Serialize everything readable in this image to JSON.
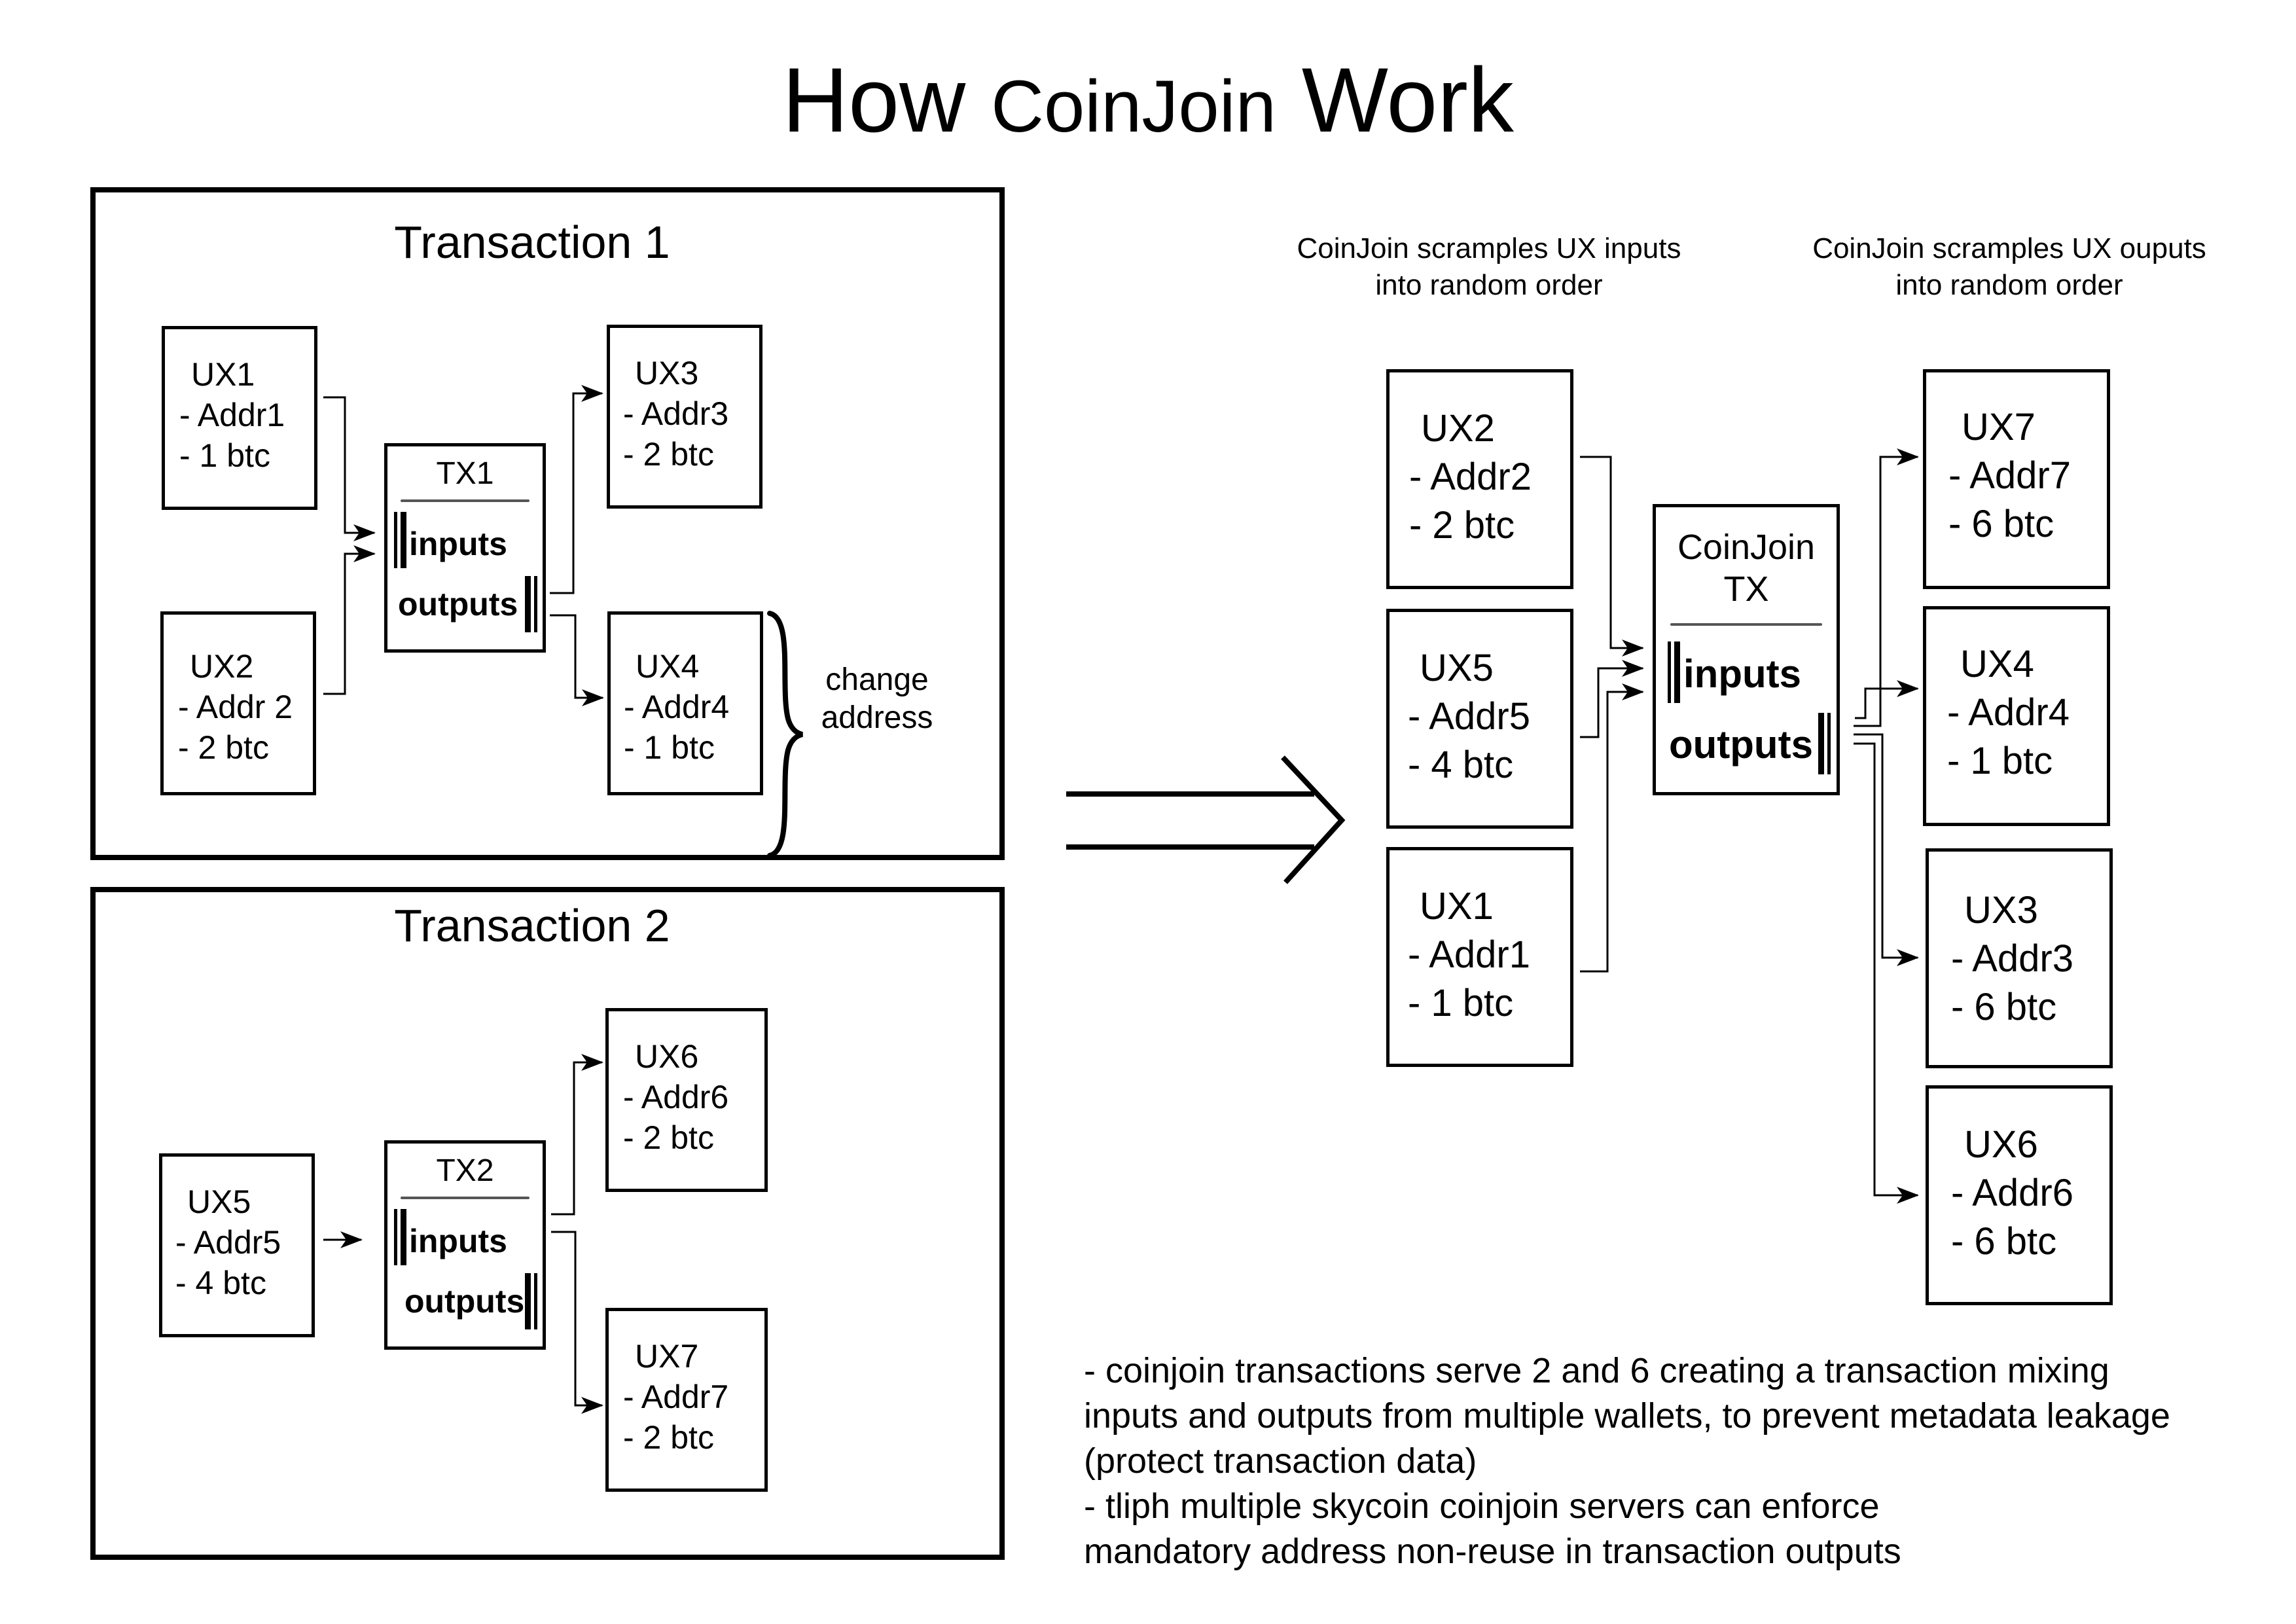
{
  "title": {
    "part1": "How",
    "part2": "CoinJoin",
    "part3": "Work"
  },
  "transaction1": {
    "title": "Transaction 1",
    "inputs": [
      {
        "id": "UX1",
        "addr": "- Addr1",
        "amount": "- 1 btc"
      },
      {
        "id": "UX2",
        "addr": "- Addr 2",
        "amount": "- 2 btc"
      }
    ],
    "tx": {
      "name": "TX1",
      "inputs_label": "inputs",
      "outputs_label": "outputs"
    },
    "outputs": [
      {
        "id": "UX3",
        "addr": "- Addr3",
        "amount": "- 2 btc"
      },
      {
        "id": "UX4",
        "addr": "- Addr4",
        "amount": "- 1 btc"
      }
    ],
    "annotation": {
      "line1": "change",
      "line2": "address"
    }
  },
  "transaction2": {
    "title": "Transaction 2",
    "inputs": [
      {
        "id": "UX5",
        "addr": "- Addr5",
        "amount": "- 4 btc"
      }
    ],
    "tx": {
      "name": "TX2",
      "inputs_label": "inputs",
      "outputs_label": "outputs"
    },
    "outputs": [
      {
        "id": "UX6",
        "addr": "- Addr6",
        "amount": "- 2 btc"
      },
      {
        "id": "UX7",
        "addr": "- Addr7",
        "amount": "- 2 btc"
      }
    ]
  },
  "coinjoin": {
    "note_inputs": {
      "line1": "CoinJoin scramples UX inputs",
      "line2": "into random order"
    },
    "note_outputs": {
      "line1": "CoinJoin scramples UX ouputs",
      "line2": "into random order"
    },
    "inputs": [
      {
        "id": "UX2",
        "addr": "- Addr2",
        "amount": "- 2 btc"
      },
      {
        "id": "UX5",
        "addr": "- Addr5",
        "amount": "- 4 btc"
      },
      {
        "id": "UX1",
        "addr": "- Addr1",
        "amount": "- 1 btc"
      }
    ],
    "tx": {
      "name_line1": "CoinJoin",
      "name_line2": "TX",
      "inputs_label": "inputs",
      "outputs_label": "outputs"
    },
    "outputs": [
      {
        "id": "UX7",
        "addr": "- Addr7",
        "amount": "- 6 btc"
      },
      {
        "id": "UX4",
        "addr": "- Addr4",
        "amount": "- 1 btc"
      },
      {
        "id": "UX3",
        "addr": "- Addr3",
        "amount": "- 6 btc"
      },
      {
        "id": "UX6",
        "addr": "- Addr6",
        "amount": "- 6 btc"
      }
    ]
  },
  "footnotes": [
    "- coinjoin transactions serve 2 and 6 creating a transaction mixing",
    "inputs and outputs from multiple wallets, to prevent metadata leakage",
    "(protect transaction data)",
    "- tliph multiple skycoin coinjoin servers can enforce",
    "mandatory address non-reuse in transaction outputs"
  ]
}
